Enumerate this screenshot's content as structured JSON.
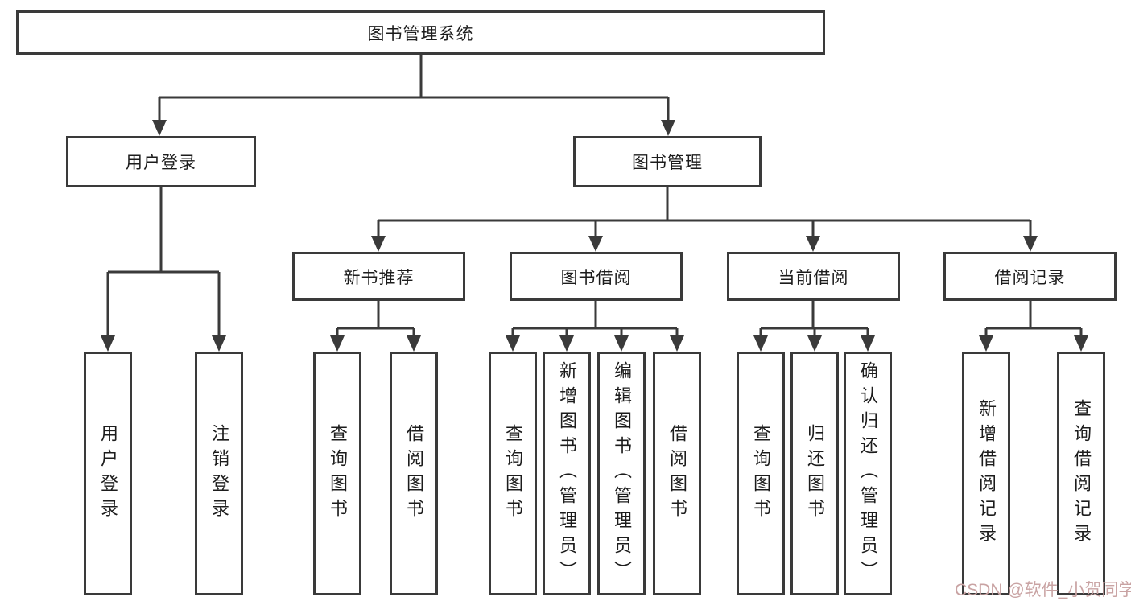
{
  "diagram": {
    "root": {
      "label": "图书管理系统"
    },
    "branches": [
      {
        "label": "用户登录",
        "children": [
          {
            "label": "用户登录"
          },
          {
            "label": "注销登录"
          }
        ]
      },
      {
        "label": "图书管理",
        "children": [
          {
            "label": "新书推荐",
            "children": [
              {
                "label": "查询图书"
              },
              {
                "label": "借阅图书"
              }
            ]
          },
          {
            "label": "图书借阅",
            "children": [
              {
                "label": "查询图书"
              },
              {
                "label": "新增图书（管理员）"
              },
              {
                "label": "编辑图书（管理员）"
              },
              {
                "label": "借阅图书"
              }
            ]
          },
          {
            "label": "当前借阅",
            "children": [
              {
                "label": "查询图书"
              },
              {
                "label": "归还图书"
              },
              {
                "label": "确认归还（管理员）"
              }
            ]
          },
          {
            "label": "借阅记录",
            "children": [
              {
                "label": "新增借阅记录"
              },
              {
                "label": "查询借阅记录"
              }
            ]
          }
        ]
      }
    ]
  },
  "watermark": {
    "text": "CSDN @软件_小贺同学",
    "color": "#c9a3a3"
  },
  "colors": {
    "line": "#3a3a3a",
    "box_background": "#ffffff",
    "text": "#1c1c1c"
  }
}
